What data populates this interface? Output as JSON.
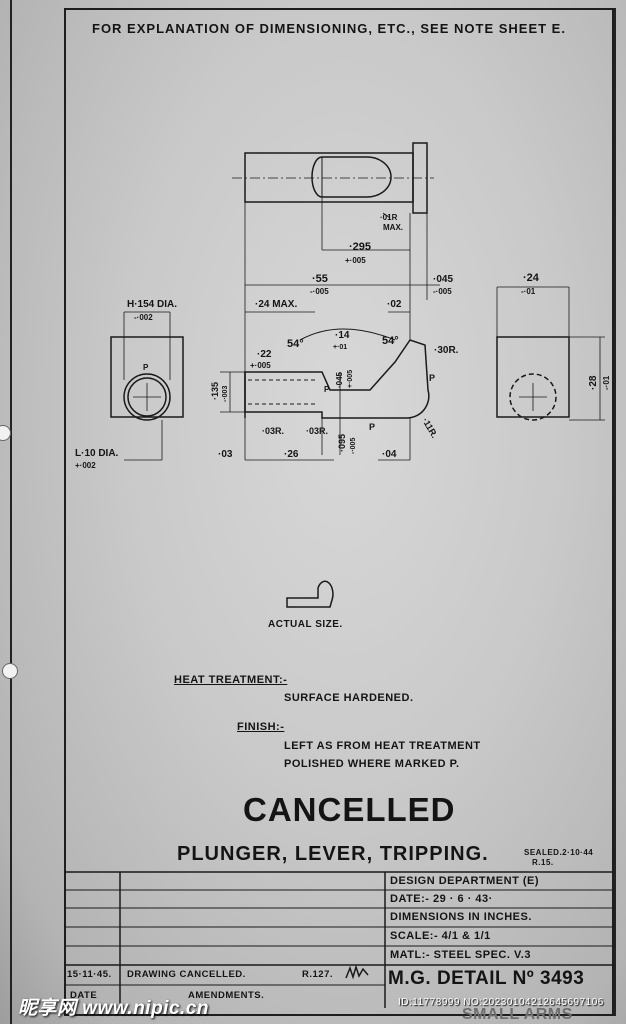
{
  "header_note": "FOR EXPLANATION OF DIMENSIONING, ETC., SEE NOTE SHEET E.",
  "dims": {
    "d_01r": "·01R",
    "d_max": "MAX.",
    "d_295": "·295",
    "d_295_tol": "+·005",
    "d_55": "·55",
    "d_55_tol": "-·005",
    "d_045": "·045",
    "d_045_tol": "-·005",
    "d_24max": "·24 MAX.",
    "d_02": "·02",
    "d_14": "·14",
    "d_14_tol": "+·01",
    "d_54a": "54°",
    "d_54b": "54°",
    "d_30r": "·30R.",
    "d_22": "·22",
    "d_22_tol": "+·005",
    "d_045v": "·045",
    "d_045v_tol": "+·005",
    "d_135": "·135",
    "d_135_tol": "-·003",
    "d_03r_a": "·03R.",
    "d_03r_b": "·03R.",
    "d_095": "·095",
    "d_095_tol": "-·005",
    "d_11r": "·11R.",
    "d_03": "·03",
    "d_26": "·26",
    "d_04": "·04",
    "d_h154": "H·154 DIA.",
    "d_h154_tol": "-·002",
    "d_l10": "L·10  DIA.",
    "d_l10_tol": "+·002",
    "d_24": "·24",
    "d_24_tol": "-·01",
    "d_28": "·28",
    "d_28_tol": "-·01",
    "p": "P"
  },
  "actual_size": "ACTUAL SIZE.",
  "heat_treatment": {
    "label": "HEAT TREATMENT:-",
    "value": "SURFACE HARDENED."
  },
  "finish": {
    "label": "FINISH:-",
    "line1": "LEFT AS FROM HEAT TREATMENT",
    "line2": "POLISHED WHERE MARKED P."
  },
  "stamp": "CANCELLED",
  "part_title": "PLUNGER, LEVER, TRIPPING.",
  "sealed": {
    "line1": "SEALED.2·10·44",
    "line2": "R.15."
  },
  "title_block": {
    "department": "DESIGN DEPARTMENT (E)",
    "date": "DATE:- 29 · 6 · 43·",
    "dimensions": "DIMENSIONS IN INCHES.",
    "scale": "SCALE:- 4/1 & 1/1",
    "material": "MATL:- STEEL SPEC. V.3",
    "detail_number": "M.G. DETAIL Nº 3493"
  },
  "amendments": {
    "date": "15·11·45.",
    "text": "DRAWING CANCELLED.",
    "ref": "R.127.",
    "date_header": "DATE",
    "title": "AMENDMENTS."
  },
  "watermark": {
    "site": "昵享网 www.nipic.cn",
    "id": "ID:11778999 NO:20230104212645697106"
  },
  "bottom_strip": "SMALL ARMS"
}
